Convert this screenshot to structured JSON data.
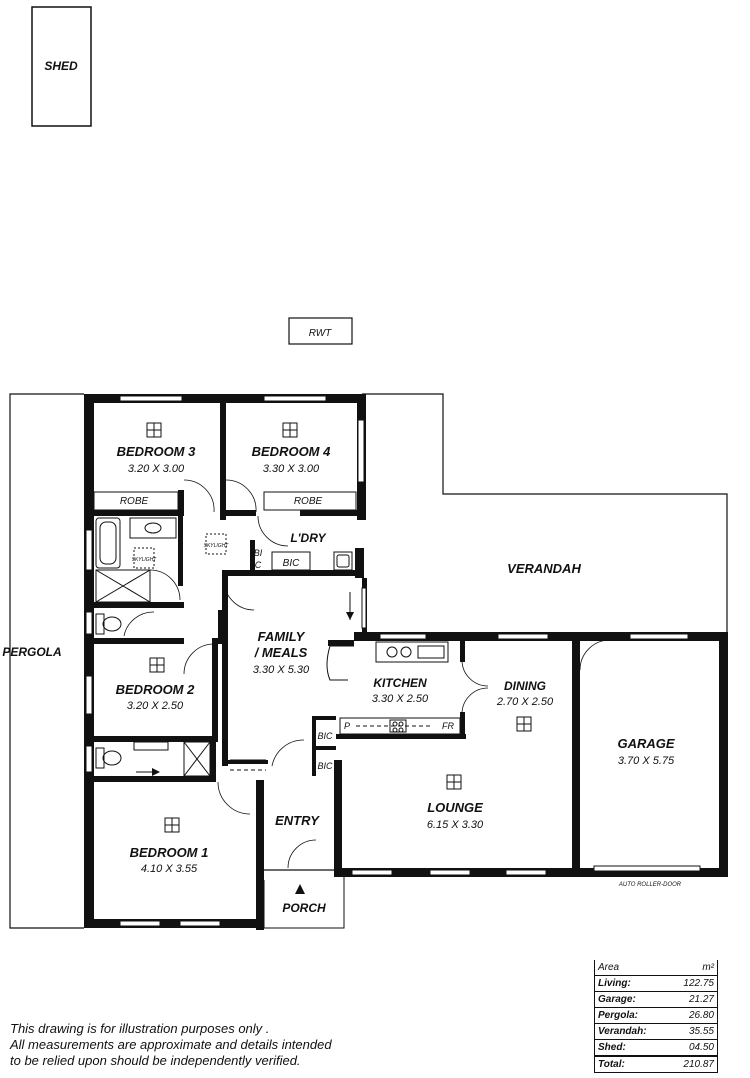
{
  "rooms": {
    "shed": {
      "name": "SHED"
    },
    "rwt": {
      "name": "RWT"
    },
    "bedroom3": {
      "name": "BEDROOM 3",
      "dims": "3.20 X 3.00"
    },
    "bedroom4": {
      "name": "BEDROOM 4",
      "dims": "3.30 X 3.00"
    },
    "robe1": {
      "name": "ROBE"
    },
    "robe2": {
      "name": "ROBE"
    },
    "laundry": {
      "name": "L'DRY"
    },
    "verandah": {
      "name": "VERANDAH"
    },
    "pergola": {
      "name": "PERGOLA"
    },
    "family": {
      "name_line1": "FAMILY",
      "name_line2": "/ MEALS",
      "dims": "3.30 X 5.30"
    },
    "kitchen": {
      "name": "KITCHEN",
      "dims": "3.30 X 2.50"
    },
    "dining": {
      "name": "DINING",
      "dims": "2.70 X 2.50"
    },
    "bedroom2": {
      "name": "BEDROOM 2",
      "dims": "3.20 X 2.50"
    },
    "garage": {
      "name": "GARAGE",
      "dims": "3.70 X 5.75"
    },
    "lounge": {
      "name": "LOUNGE",
      "dims": "6.15 X 3.30"
    },
    "entry": {
      "name": "ENTRY"
    },
    "bedroom1": {
      "name": "BEDROOM 1",
      "dims": "4.10 X 3.55"
    },
    "porch": {
      "name": "PORCH"
    }
  },
  "labels": {
    "skylight1": "SKYLIGHT",
    "skylight2": "SKYLIGHT",
    "bic_b": "BI",
    "bic_c": "C",
    "bic_ldry": "BIC",
    "bic_entry1": "BIC",
    "bic_entry2": "BIC",
    "pantry": "P",
    "fridge": "FR",
    "roller_door": "AUTO ROLLER-DOOR"
  },
  "area_table": {
    "header_label": "Area",
    "header_unit": "m²",
    "rows": [
      {
        "label": "Living:",
        "value": "122.75"
      },
      {
        "label": "Garage:",
        "value": "21.27"
      },
      {
        "label": "Pergola:",
        "value": "26.80"
      },
      {
        "label": "Verandah:",
        "value": "35.55"
      },
      {
        "label": "Shed:",
        "value": "04.50"
      }
    ],
    "total": {
      "label": "Total:",
      "value": "210.87"
    }
  },
  "disclaimer": {
    "line1": "This drawing is for illustration purposes only .",
    "line2": "All measurements are approximate and details intended",
    "line3": "to be relied upon should be independently verified."
  }
}
